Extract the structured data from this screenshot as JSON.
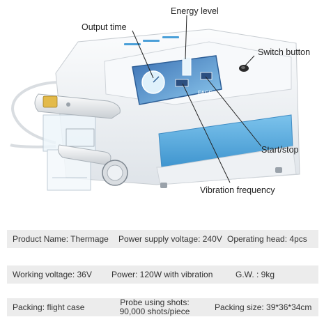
{
  "callouts": {
    "energy_level": "Energy level",
    "output_time": "Output time",
    "switch_button": "Switch button",
    "start_stop": "Start/stop",
    "vibration_frequency": "Vibration frequency"
  },
  "screen": {
    "label_face": "FACE"
  },
  "specs": {
    "row1": {
      "product_name": "Product Name: Thermage",
      "power_supply_voltage": "Power supply voltage: 240V",
      "operating_head": "Operating head: 4pcs"
    },
    "row2": {
      "working_voltage": "Working voltage: 36V",
      "power": "Power: 120W with vibration",
      "gw": "G.W. : 9kg"
    },
    "row3": {
      "packing": "Packing: flight case",
      "probe_line1": "Probe using shots:",
      "probe_line2": "90,000 shots/piece",
      "packing_size": "Packing size: 39*36*34cm"
    }
  },
  "colors": {
    "device_blue": "#5aa8dc",
    "device_white": "#f4f6f8",
    "spec_bg": "#ececec"
  }
}
